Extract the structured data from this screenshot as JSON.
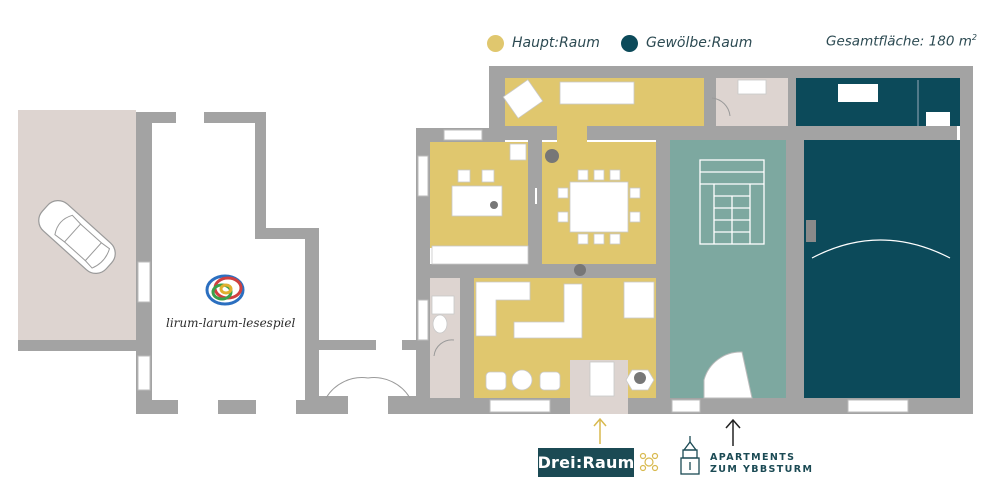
{
  "legend": {
    "main_room": {
      "label": "Haupt:Raum",
      "color": "#e0c76e"
    },
    "vault_room": {
      "label": "Gewölbe:Raum",
      "color": "#0c4a5a"
    }
  },
  "total_area": {
    "label": "Gesamtfläche: 180 m",
    "unit_exponent": "2"
  },
  "tenant_logo": {
    "caption": "lirum-larum-lesespiel"
  },
  "entrances": {
    "drei_raum": {
      "label": "Drei:Raum",
      "icon": "lattice-icon"
    },
    "apartments": {
      "line1": "APARTMENTS",
      "line2": "ZUM YBBSTURM",
      "icon": "tower-icon"
    }
  },
  "colors": {
    "wall": "#a3a3a3",
    "floor_grey": "#ddd4d0",
    "stair_green": "#7da8a0",
    "vault_teal": "#0c4a5a",
    "main_yellow": "#e0c76e"
  }
}
